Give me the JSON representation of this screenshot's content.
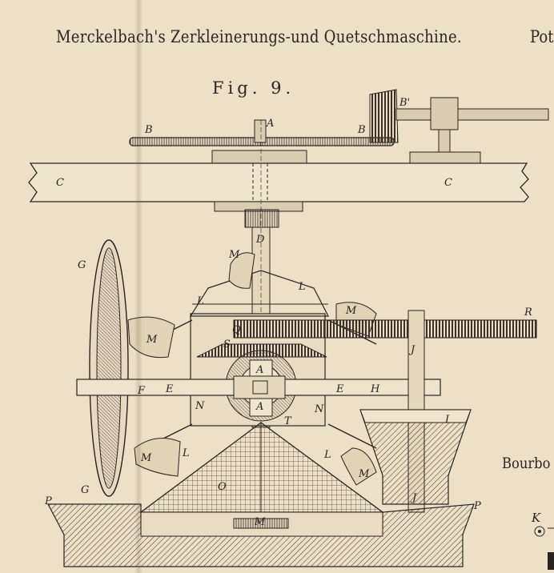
{
  "plate": {
    "title": "Merckelbach's Zerkleinerungs-und Quetschmaschine.",
    "title_right": "Pot",
    "figure_label": "Fig. 9.",
    "side_label": "Bourbo",
    "side_letter": "K"
  },
  "labels": {
    "A_top": "A",
    "B_left": "B",
    "B_right": "B",
    "B_prime": "B'",
    "C_left": "C",
    "C_right": "C",
    "D": "D",
    "G_top": "G",
    "G_bottom": "G",
    "M_1": "M",
    "M_2": "M",
    "M_3": "M",
    "M_4": "M",
    "M_5": "M",
    "M_6": "M",
    "L_1": "L",
    "L_2": "L",
    "L_3": "L",
    "L_4": "L",
    "Q": "Q",
    "S": "S",
    "R": "R",
    "J_top": "J",
    "J_bottom": "J",
    "F": "F",
    "E_left": "E",
    "E_right": "E",
    "H": "H",
    "N_left": "N",
    "N_right": "N",
    "T": "T",
    "I": "I",
    "O": "O",
    "P_left": "P",
    "P_right": "P",
    "A_center": "A",
    "A_lower": "A"
  }
}
